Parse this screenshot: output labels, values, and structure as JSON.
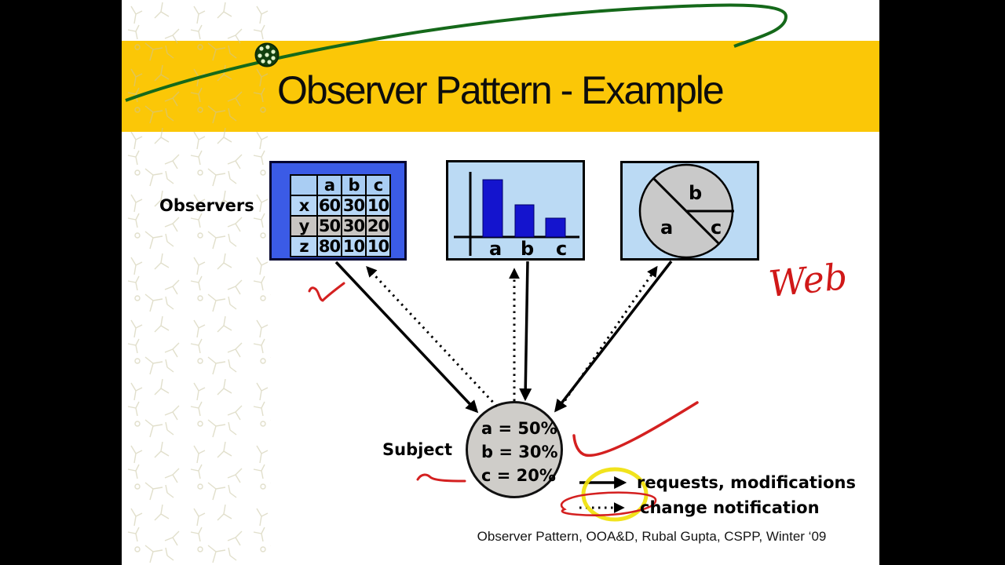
{
  "slide": {
    "title": "Observer Pattern - Example",
    "observers_label": "Observers",
    "subject_label": "Subject",
    "footer": "Observer Pattern, OOA&D, Rubal Gupta, CSPP, Winter ‘09",
    "banner_color": "#FBC707"
  },
  "table_observer": {
    "col_headers": [
      "a",
      "b",
      "c"
    ],
    "row_labels": [
      "x",
      "y",
      "z"
    ],
    "cells": [
      [
        "60",
        "30",
        "10"
      ],
      [
        "50",
        "30",
        "20"
      ],
      [
        "80",
        "10",
        "10"
      ]
    ]
  },
  "bar_observer": {
    "type": "bar",
    "categories": [
      "a",
      "b",
      "c"
    ],
    "values": [
      50,
      30,
      20
    ],
    "bar_color": "#1414CE"
  },
  "pie_observer": {
    "type": "pie",
    "labels": [
      "a",
      "b",
      "c"
    ],
    "values": [
      50,
      30,
      20
    ]
  },
  "subject": {
    "lines": [
      "a = 50%",
      "b = 30%",
      "c = 20%"
    ]
  },
  "legend": {
    "solid_label": "requests, modifications",
    "dotted_label": "change notification"
  },
  "annotations": {
    "handwriting": "Web",
    "marker_red": "#D42020",
    "highlight_yellow": "#F0E10A"
  }
}
